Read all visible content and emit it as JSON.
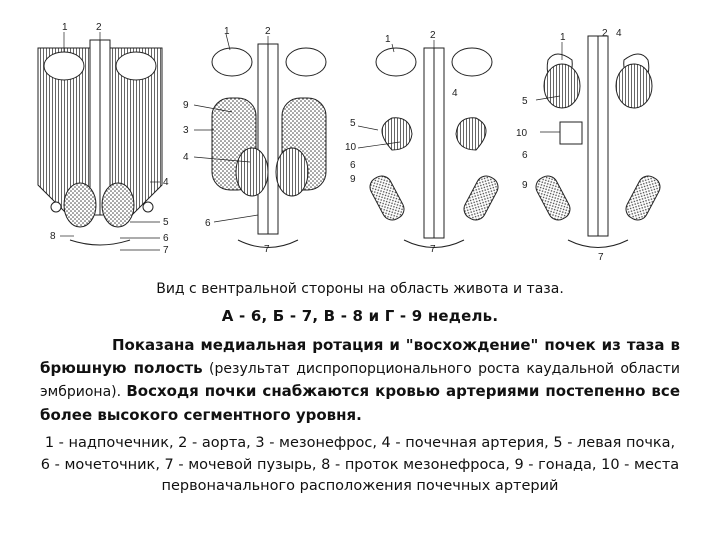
{
  "figure": {
    "panel_a_labels": [
      "1",
      "2",
      "4",
      "5",
      "8",
      "6",
      "7"
    ],
    "panel_b_labels": [
      "1",
      "2",
      "9",
      "3",
      "4",
      "6",
      "7"
    ],
    "panel_c_labels": [
      "1",
      "2",
      "4",
      "5",
      "10",
      "6",
      "9",
      "7"
    ],
    "panel_d_labels": [
      "1",
      "2",
      "4",
      "5",
      "10",
      "6",
      "9",
      "7"
    ]
  },
  "caption": {
    "line1": "Вид с вентральной стороны на область живота и таза.",
    "line2": "А - 6,   Б - 7,   В - 8   и   Г - 9 недель."
  },
  "paragraph": {
    "part1": "Показана медиальная ротация и \"восхождение\" почек из таза в брюшную полость",
    "part2": " (результат диспропорционального роста каудальной области эмбриона). ",
    "part3": "Восходя почки снабжаются кровью артериями постепенно все более высокого сегментного уровня."
  },
  "legend": {
    "text": "1 - надпочечник, 2 - аорта, 3 - мезонефрос, 4 - почечная артерия, 5 - левая почка, 6 - мочеточник, 7 - мочевой пузырь, 8 - проток мезонефроса, 9 - гонада, 10 - места первоначального расположения почечных артерий"
  }
}
